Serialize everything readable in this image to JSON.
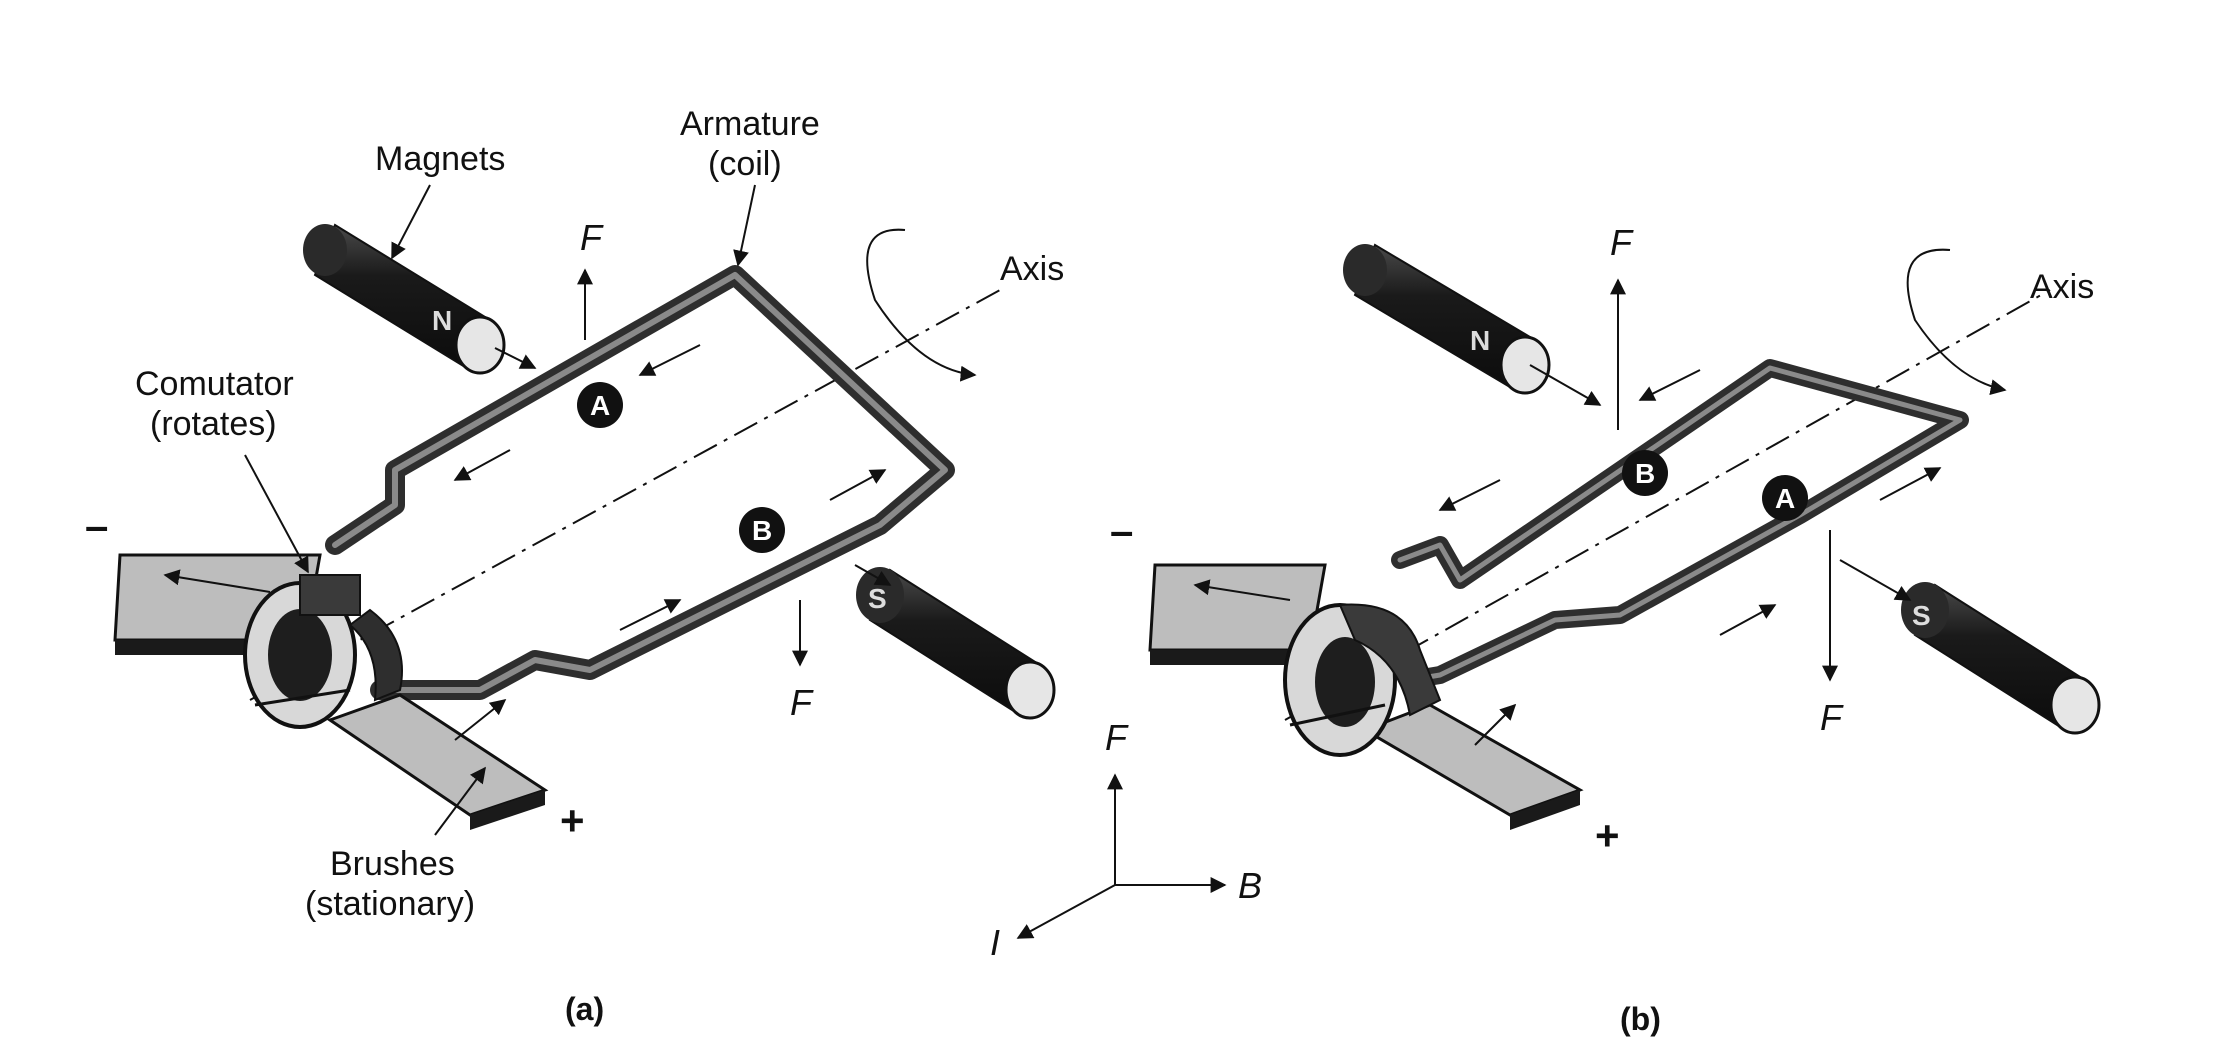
{
  "panels": [
    {
      "caption": "(a)",
      "labels": {
        "magnets": "Magnets",
        "armature_l1": "Armature",
        "armature_l2": "(coil)",
        "commutator_l1": "Comutator",
        "commutator_l2": "(rotates)",
        "brushes_l1": "Brushes",
        "brushes_l2": "(stationary)",
        "axis": "Axis",
        "force_top": "F",
        "force_bottom": "F",
        "minus": "–",
        "plus": "+",
        "north": "N",
        "south": "S",
        "side_a": "A",
        "side_b": "B"
      }
    },
    {
      "caption": "(b)",
      "labels": {
        "axis": "Axis",
        "force_top": "F",
        "force_bottom": "F",
        "minus": "–",
        "plus": "+",
        "north": "N",
        "south": "S",
        "side_a": "A",
        "side_b": "B"
      }
    }
  ],
  "triad": {
    "f": "F",
    "b": "B",
    "i": "I"
  },
  "colors": {
    "ink": "#111111",
    "coil": "#3a3a3a",
    "coil_hi": "#8a8a8a",
    "magnet": "#1e1e1e",
    "brush": "#bdbdbd",
    "ring": "#2e2e2e"
  }
}
